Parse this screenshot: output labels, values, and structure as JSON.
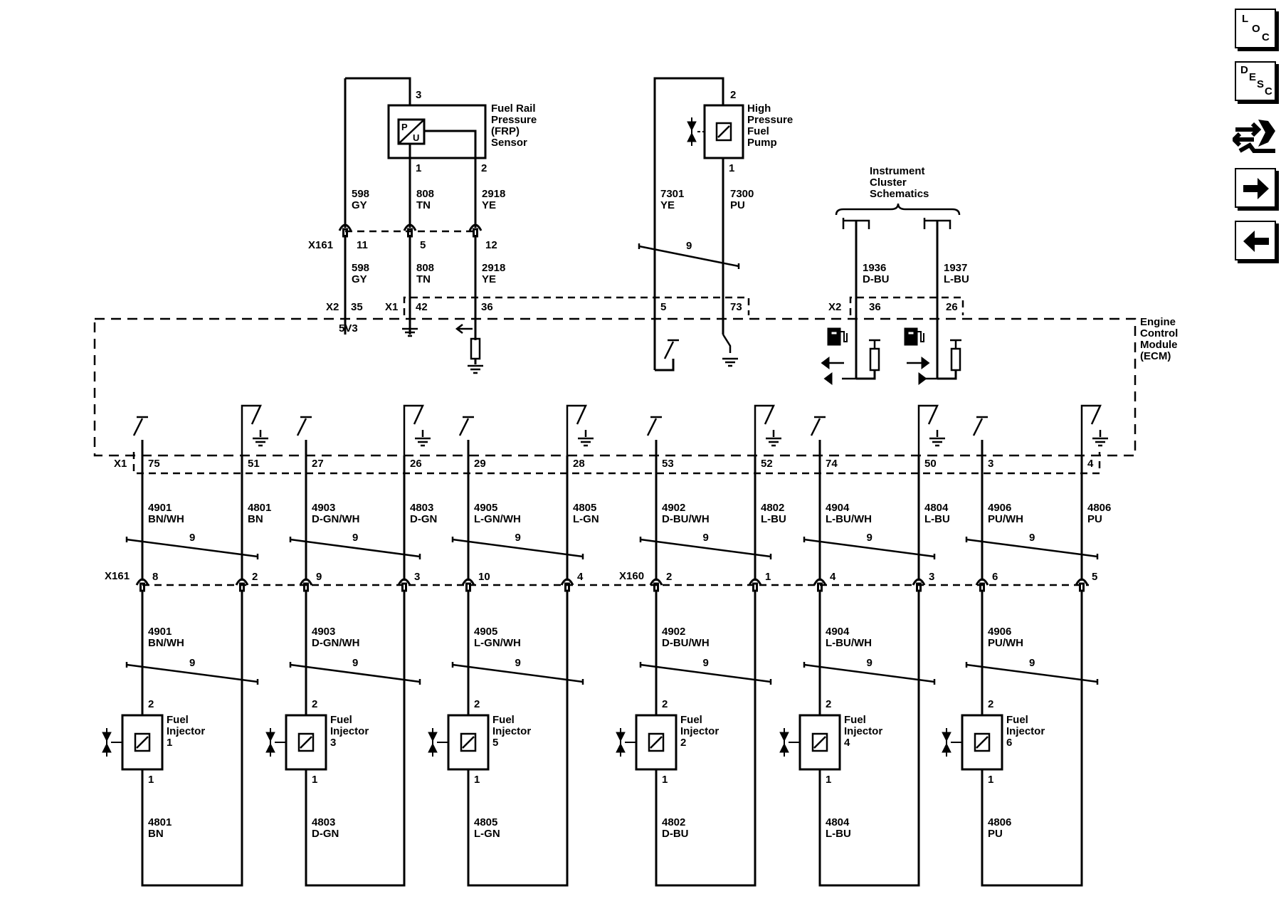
{
  "nav": {
    "loc": [
      "L",
      "O",
      "C"
    ],
    "desc": [
      "D",
      "E",
      "S",
      "C"
    ]
  },
  "labels": {
    "frp_sensor": [
      "Fuel Rail",
      "Pressure",
      "(FRP)",
      "Sensor"
    ],
    "hp_pump": [
      "High",
      "Pressure",
      "Fuel",
      "Pump"
    ],
    "instrument": [
      "Instrument",
      "Cluster",
      "Schematics"
    ],
    "ecm": [
      "Engine",
      "Control",
      "Module",
      "(ECM)"
    ],
    "v5": "5V3",
    "pu_p": "P",
    "pu_u": "U"
  },
  "connectors": {
    "x161": "X161",
    "x160": "X160",
    "x2": "X2",
    "x1": "X1"
  },
  "top_wires": [
    {
      "circuit": "598",
      "color": "GY",
      "pin_top": "",
      "x161_pin": "11",
      "ecm_pin": "35"
    },
    {
      "circuit": "808",
      "color": "TN",
      "pin_top": "1",
      "x161_pin": "5",
      "ecm_pin": "42"
    },
    {
      "circuit": "2918",
      "color": "YE",
      "pin_top": "2",
      "x161_pin": "12",
      "ecm_pin": "36"
    }
  ],
  "pins": {
    "frp_pin3": "3",
    "pump_pin2": "2",
    "pump_pin1": "1",
    "twist9": "9",
    "pump_ecm_5": "5",
    "pump_ecm_73": "73",
    "ic_36": "36",
    "ic_26": "26"
  },
  "pump_wires": [
    {
      "circuit": "7301",
      "color": "YE"
    },
    {
      "circuit": "7300",
      "color": "PU"
    }
  ],
  "ic_wires": [
    {
      "circuit": "1936",
      "color": "D-BU"
    },
    {
      "circuit": "1937",
      "color": "L-BU"
    }
  ],
  "injectors": [
    {
      "name": "Fuel",
      "name2": "Injector",
      "num": "1",
      "hi_circuit": "4901",
      "hi_color": "BN/WH",
      "lo_circuit": "4801",
      "lo_color": "BN",
      "ecm_hi": "75",
      "ecm_lo": "51",
      "x_hi": "8",
      "x_lo": "2",
      "pin2": "2",
      "pin1": "1",
      "twist": "9"
    },
    {
      "name": "Fuel",
      "name2": "Injector",
      "num": "3",
      "hi_circuit": "4903",
      "hi_color": "D-GN/WH",
      "lo_circuit": "4803",
      "lo_color": "D-GN",
      "ecm_hi": "27",
      "ecm_lo": "26",
      "x_hi": "9",
      "x_lo": "3",
      "pin2": "2",
      "pin1": "1",
      "twist": "9"
    },
    {
      "name": "Fuel",
      "name2": "Injector",
      "num": "5",
      "hi_circuit": "4905",
      "hi_color": "L-GN/WH",
      "lo_circuit": "4805",
      "lo_color": "L-GN",
      "ecm_hi": "29",
      "ecm_lo": "28",
      "x_hi": "10",
      "x_lo": "4",
      "pin2": "2",
      "pin1": "1",
      "twist": "9"
    },
    {
      "name": "Fuel",
      "name2": "Injector",
      "num": "2",
      "hi_circuit": "4902",
      "hi_color": "D-BU/WH",
      "lo_circuit": "4802",
      "lo_color": "L-BU",
      "lo_color_bottom": "D-BU",
      "ecm_hi": "53",
      "ecm_lo": "52",
      "x_hi": "2",
      "x_lo": "1",
      "pin2": "2",
      "pin1": "1",
      "twist": "9"
    },
    {
      "name": "Fuel",
      "name2": "Injector",
      "num": "4",
      "hi_circuit": "4904",
      "hi_color": "L-BU/WH",
      "lo_circuit": "4804",
      "lo_color": "L-BU",
      "ecm_hi": "74",
      "ecm_lo": "50",
      "x_hi": "4",
      "x_lo": "3",
      "pin2": "2",
      "pin1": "1",
      "twist": "9"
    },
    {
      "name": "Fuel",
      "name2": "Injector",
      "num": "6",
      "hi_circuit": "4906",
      "hi_color": "PU/WH",
      "lo_circuit": "4806",
      "lo_color": "PU",
      "ecm_hi": "3",
      "ecm_lo": "4",
      "x_hi": "6",
      "x_lo": "5",
      "pin2": "2",
      "pin1": "1",
      "twist": "9"
    }
  ]
}
